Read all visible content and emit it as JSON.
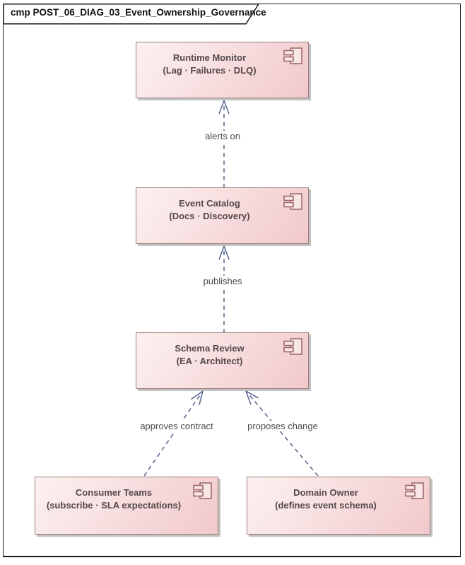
{
  "frame": {
    "title": "cmp POST_06_DIAG_03_Event_Ownership_Governance",
    "diagram_type": "uml-component-diagram"
  },
  "nodes": {
    "runtime_monitor": {
      "title": "Runtime Monitor",
      "subtitle": "(Lag · Failures · DLQ)"
    },
    "event_catalog": {
      "title": "Event Catalog",
      "subtitle": "(Docs · Discovery)"
    },
    "schema_review": {
      "title": "Schema Review",
      "subtitle": "(EA · Architect)"
    },
    "consumer_teams": {
      "title": "Consumer Teams",
      "subtitle": "(subscribe · SLA expectations)"
    },
    "domain_owner": {
      "title": "Domain Owner",
      "subtitle": "(defines event schema)"
    }
  },
  "edges": {
    "alerts_on": {
      "label": "alerts on",
      "from": "Event Catalog",
      "to": "Runtime Monitor",
      "style": "dashed-open-arrow"
    },
    "publishes": {
      "label": "publishes",
      "from": "Schema Review",
      "to": "Event Catalog",
      "style": "dashed-open-arrow"
    },
    "approves_contract": {
      "label": "approves contract",
      "from": "Consumer Teams",
      "to": "Schema Review",
      "style": "dashed-open-arrow"
    },
    "proposes_change": {
      "label": "proposes change",
      "from": "Domain Owner",
      "to": "Schema Review",
      "style": "dashed-open-arrow"
    }
  },
  "colors": {
    "node_fill_light": "#fcf1f0",
    "node_fill_dark": "#f1c9cc",
    "node_border": "#9c7c7c",
    "node_text": "#554848",
    "icon_stroke": "#a06a6e",
    "edge_line": "#56628c",
    "edge_label_text": "#4a4a4a",
    "shadow": "#c2c2c2",
    "frame_border": "#1a1a1a"
  }
}
